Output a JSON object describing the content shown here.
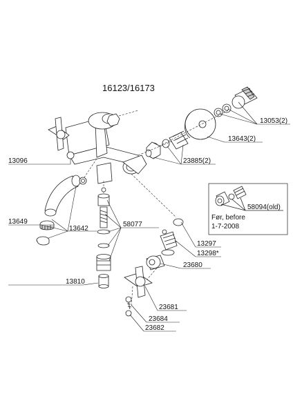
{
  "title": "16123/16173",
  "parts": [
    {
      "id": "p13053",
      "label": "13053(2)"
    },
    {
      "id": "p13643",
      "label": "13643(2)"
    },
    {
      "id": "p23885",
      "label": "23885(2)"
    },
    {
      "id": "p13096",
      "label": "13096"
    },
    {
      "id": "p58094",
      "label": "58094(old)"
    },
    {
      "id": "p13649",
      "label": "13649"
    },
    {
      "id": "p13642",
      "label": "13642"
    },
    {
      "id": "p58077",
      "label": "58077"
    },
    {
      "id": "p13297",
      "label": "13297"
    },
    {
      "id": "p13298",
      "label": "13298*"
    },
    {
      "id": "p23680",
      "label": "23680"
    },
    {
      "id": "p13810",
      "label": "13810"
    },
    {
      "id": "p23681",
      "label": "23681"
    },
    {
      "id": "p23684",
      "label": "23684"
    },
    {
      "id": "p23682",
      "label": "23682"
    }
  ],
  "inset_note": {
    "line1": "Før, before",
    "line2": "1-7-2008"
  },
  "colors": {
    "line": "#222222",
    "fill": "#ffffff",
    "shade": "#cfcfcf",
    "dark": "#555555"
  }
}
